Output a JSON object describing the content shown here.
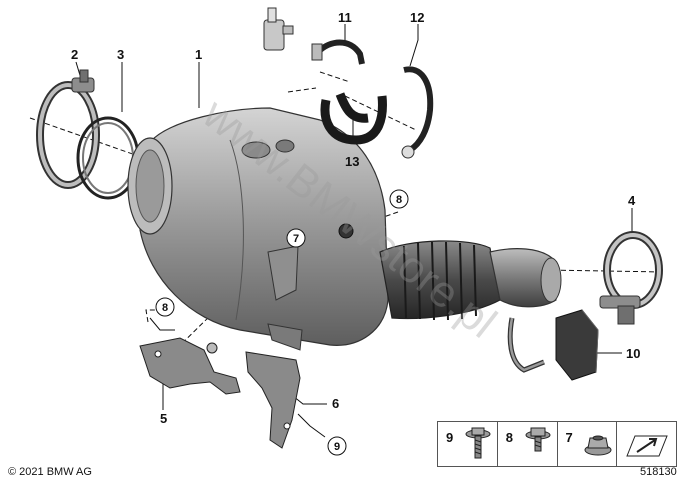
{
  "callouts": {
    "c1": "1",
    "c2": "2",
    "c3": "3",
    "c4": "4",
    "c5": "5",
    "c6": "6",
    "c10": "10",
    "c11": "11",
    "c12": "12",
    "c13": "13"
  },
  "circled_callouts": {
    "ref7": "7",
    "ref8_top": "8",
    "ref8_left": "8",
    "ref9": "9"
  },
  "hardware_panel": {
    "cells": [
      {
        "number": "9",
        "icon": "flange-bolt-icon"
      },
      {
        "number": "8",
        "icon": "hex-bolt-icon"
      },
      {
        "number": "7",
        "icon": "flange-nut-icon"
      },
      {
        "number": "",
        "icon": "arrow-sign-icon"
      }
    ]
  },
  "watermark": "www.BMWstore.pl",
  "footer": {
    "copyright": "© 2021 BMW AG",
    "reference": "518130"
  }
}
